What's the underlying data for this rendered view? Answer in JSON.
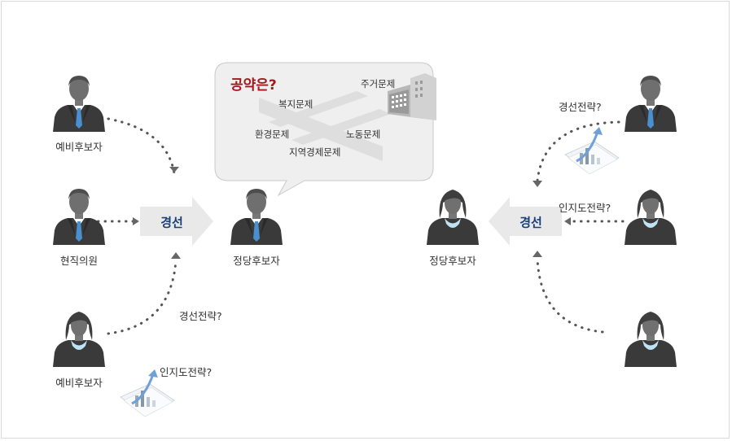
{
  "people": {
    "left_top": {
      "label": "예비후보자"
    },
    "left_mid": {
      "label": "현직의원"
    },
    "left_bottom": {
      "label": "예비후보자"
    },
    "center_left": {
      "label": "정당후보자"
    },
    "center_right": {
      "label": "정당후보자"
    }
  },
  "arrows": {
    "left_main": {
      "label": "경선"
    },
    "right_main": {
      "label": "경선"
    }
  },
  "annotations": {
    "left_strategy": "경선전략?",
    "left_recognition": "인지도전략?",
    "right_strategy": "경선전략?",
    "right_recognition": "인지도전략?"
  },
  "bubble": {
    "title": "공약은?",
    "items": {
      "housing": "주거문제",
      "welfare": "복지문제",
      "environment": "환경문제",
      "labor": "노동문제",
      "regional_economy": "지역경제문제"
    }
  },
  "colors": {
    "suit": "#3a3a3a",
    "head": "#6b6b6b",
    "tie": "#4a8fd0",
    "collar": "#bfe3f2",
    "arrow_fill": "#e9e9e9",
    "arrow_text": "#1b3f7a",
    "title_red": "#a3171d"
  }
}
